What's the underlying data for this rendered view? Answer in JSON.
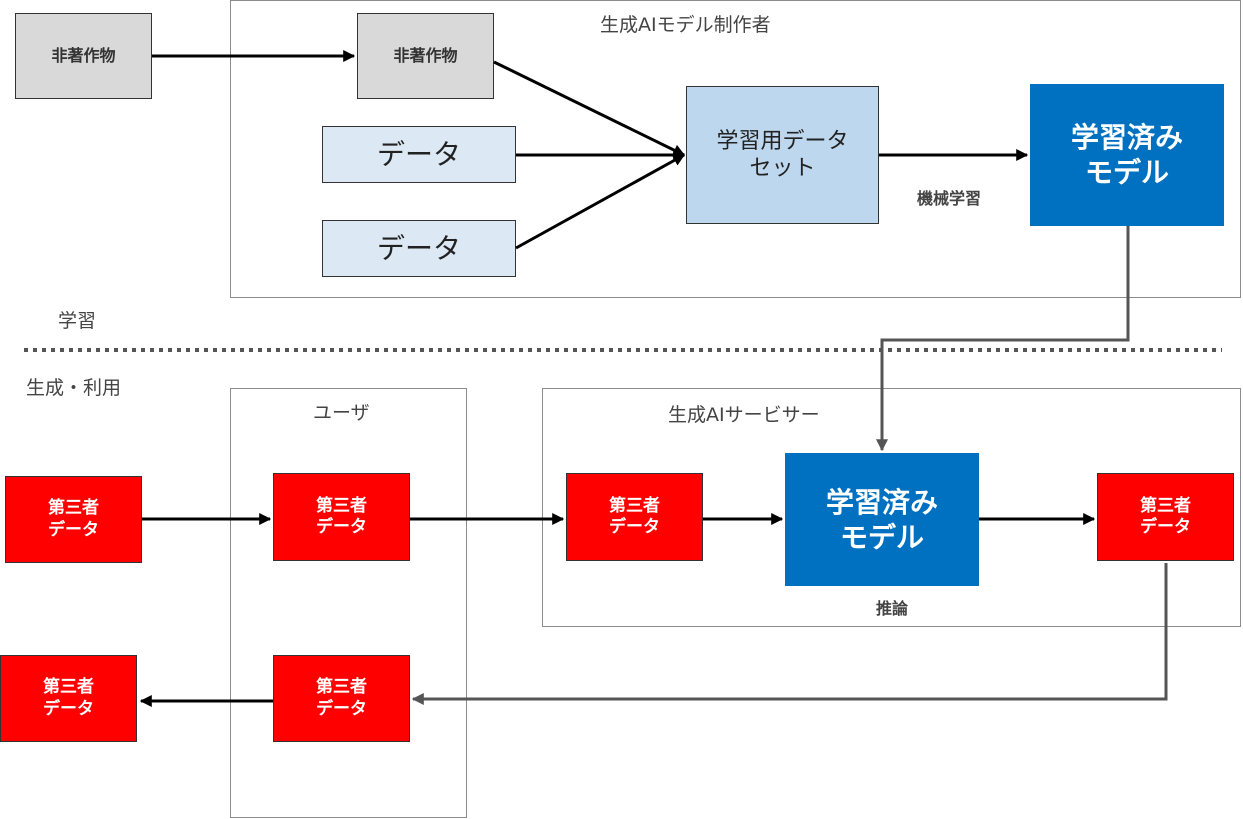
{
  "training": {
    "region_title": "生成AIモデル制作者",
    "external_nonwork": "非著作物",
    "internal_nonwork": "非著作物",
    "data_1": "データ",
    "data_2": "データ",
    "dataset": "学習用データ\nセット",
    "model": "学習済み\nモデル",
    "machine_learning_label": "機械学習"
  },
  "phase_labels": {
    "learning": "学習",
    "generation_use": "生成・利用"
  },
  "user": {
    "region_title": "ユーザ",
    "input_data": "第三者\nデータ",
    "output_data": "第三者\nデータ"
  },
  "service": {
    "region_title": "生成AIサービサー",
    "input_data": "第三者\nデータ",
    "model": "学習済み\nモデル",
    "output_data": "第三者\nデータ",
    "inference_label": "推論"
  },
  "external": {
    "source_data": "第三者\nデータ",
    "final_data": "第三者\nデータ"
  },
  "colors": {
    "model_blue": "#0070c0",
    "third_party_red": "#ff0000",
    "dataset_blue": "#bdd7ee",
    "data_lightblue": "#dce9f5",
    "nonwork_gray": "#d9d9d9"
  }
}
